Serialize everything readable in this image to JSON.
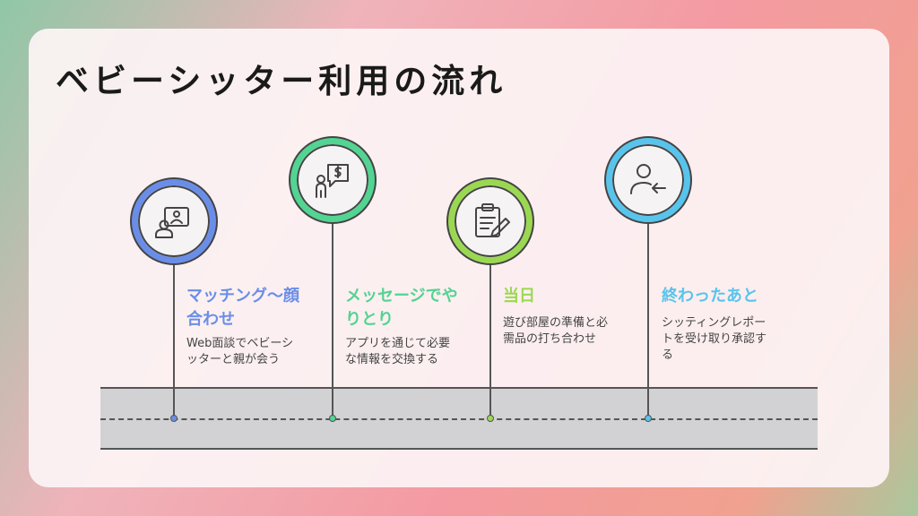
{
  "title": "ベビーシッター利用の流れ",
  "colors": {
    "step1": "#6a8ee8",
    "step2": "#52d492",
    "step3": "#9bd852",
    "step4": "#58c4ec"
  },
  "steps": [
    {
      "title_line1": "マッチング〜顔",
      "title_line2": "合わせ",
      "desc_line1": "Web面談でベビーシ",
      "desc_line2": "ッターと親が会う",
      "desc_line3": "",
      "icon": "video-call-user-icon"
    },
    {
      "title_line1": "メッセージでや",
      "title_line2": "りとり",
      "desc_line1": "アプリを通じて必要",
      "desc_line2": "な情報を交換する",
      "desc_line3": "",
      "icon": "chat-dollar-icon"
    },
    {
      "title_line1": "当日",
      "title_line2": "",
      "desc_line1": "遊び部屋の準備と必",
      "desc_line2": "需品の打ち合わせ",
      "desc_line3": "",
      "icon": "clipboard-pencil-icon"
    },
    {
      "title_line1": "終わったあと",
      "title_line2": "",
      "desc_line1": "シッティングレポー",
      "desc_line2": "トを受け取り承認す",
      "desc_line3": "る",
      "icon": "user-arrow-icon"
    }
  ]
}
